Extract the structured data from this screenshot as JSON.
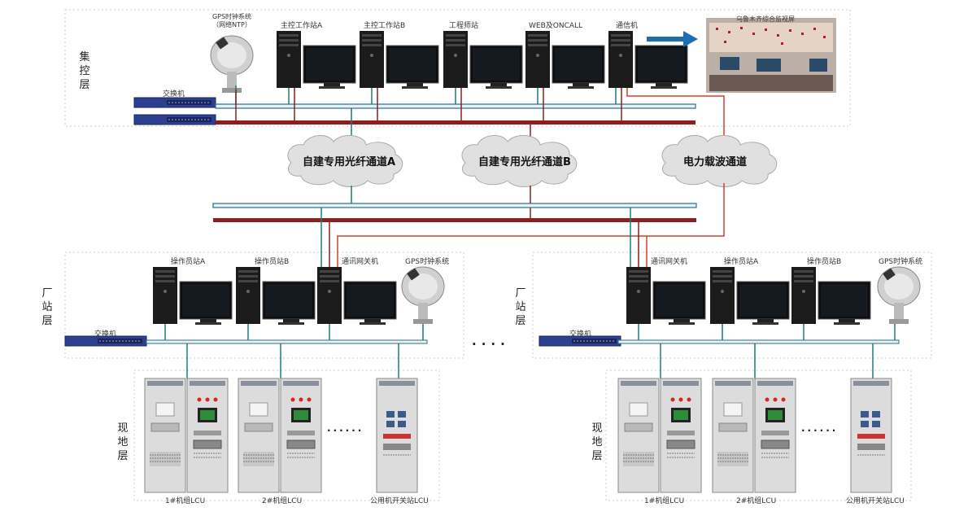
{
  "layers": {
    "top": "集控层",
    "station_left": "厂站层",
    "station_right": "厂站层",
    "field_left": "现地层",
    "field_right": "现地层"
  },
  "top": {
    "gps": "GPS时钟系统（网络NTP）",
    "switch": "交换机",
    "computers": [
      "主控工作站A",
      "主控工作站B",
      "工程师站",
      "WEB及ONCALL",
      "通信机"
    ],
    "screen_title": "乌鲁木齐综合监视屏"
  },
  "channels": [
    "自建专用光纤通道A",
    "自建专用光纤通道B",
    "电力载波通道"
  ],
  "left_station": {
    "switch": "交换机",
    "computers": [
      "操作员站A",
      "操作员站B",
      "通讯网关机"
    ],
    "gps": "GPS时钟系统",
    "cabinets": [
      "1#机组LCU",
      "2#机组LCU",
      "公用机开关站LCU"
    ]
  },
  "right_station": {
    "switch": "交换机",
    "computers": [
      "通讯网关机",
      "操作员站A",
      "操作员站B"
    ],
    "gps": "GPS时钟系统",
    "cabinets": [
      "1#机组LCU",
      "2#机组LCU",
      "公用机开关站LCU"
    ]
  },
  "colors": {
    "blue_bus": "#2a6d8a",
    "red_bus": "#8b1e1e",
    "red_line": "#d4402a",
    "teal_line": "#1d7a78"
  }
}
